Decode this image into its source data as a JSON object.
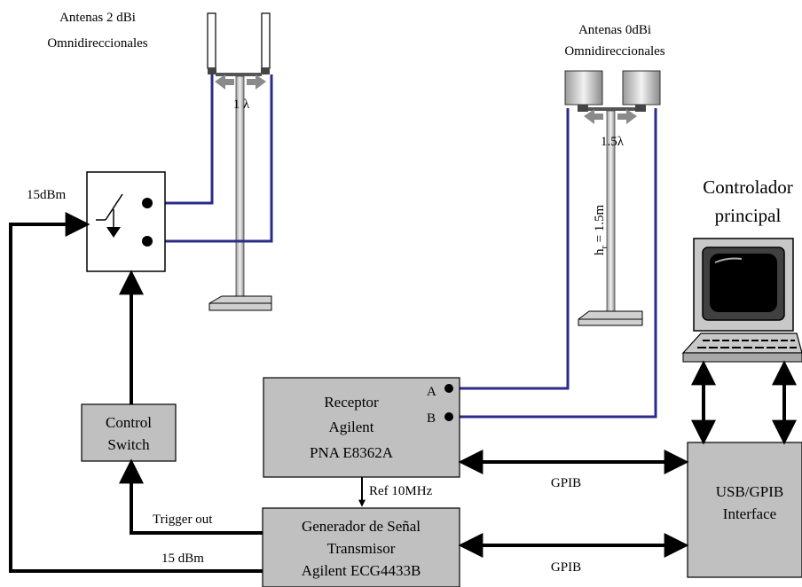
{
  "antennas_left": {
    "title_line1": "Antenas 2 dBi",
    "title_line2": "Omnidireccionales",
    "spacing": "1 λ"
  },
  "antennas_right": {
    "title_line1": "Antenas 0dBi",
    "title_line2": "Omnidireccionales",
    "spacing": "1.5λ",
    "height_label": "h",
    "height_sub": "r",
    "height_value": " = 1.5m"
  },
  "controller": {
    "title_line1": "Controlador",
    "title_line2": "principal"
  },
  "switch": {
    "power_label": "15dBm"
  },
  "control_switch": {
    "line1": "Control",
    "line2": "Switch"
  },
  "receiver": {
    "line1": "Receptor",
    "line2": "Agilent",
    "line3": "PNA E8362A",
    "port_a": "A",
    "port_b": "B"
  },
  "generator": {
    "line1": "Generador de Señal",
    "line2": "Transmisor",
    "line3": "Agilent ECG4433B"
  },
  "interface": {
    "line1": "USB/GPIB",
    "line2": "Interface"
  },
  "links": {
    "ref": "Ref  10MHz",
    "gpib_top": "GPIB",
    "gpib_bottom": "GPIB",
    "trigger": "Trigger out",
    "gen_power": "15 dBm"
  },
  "colors": {
    "cable": "#2b2b8a",
    "box": "#c0c0c0",
    "bar": "#8c8c8c",
    "arrow": "#808080"
  }
}
